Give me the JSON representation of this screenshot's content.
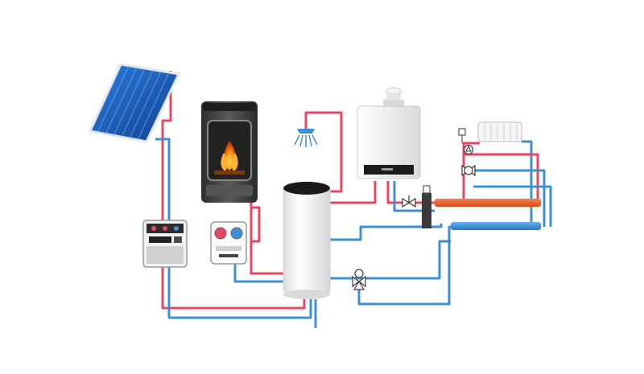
{
  "diagram": {
    "description_free": true,
    "components": [
      {
        "id": "solar-collector",
        "icon": "solar-panel-icon"
      },
      {
        "id": "pellet-stove",
        "icon": "stove-icon"
      },
      {
        "id": "solar-pump-station",
        "icon": "pump-station-icon"
      },
      {
        "id": "stove-pump-station",
        "icon": "pump-station-icon"
      },
      {
        "id": "hot-water-storage-tank",
        "icon": "tank-icon"
      },
      {
        "id": "wall-boiler",
        "icon": "boiler-icon"
      },
      {
        "id": "shower-head",
        "icon": "shower-icon"
      },
      {
        "id": "radiator",
        "icon": "radiator-icon"
      },
      {
        "id": "hydraulic-separator",
        "icon": "separator-icon"
      },
      {
        "id": "mixing-valve-storage",
        "icon": "valve-icon"
      },
      {
        "id": "mixing-valve-heating",
        "icon": "valve-icon"
      },
      {
        "id": "radiator-pump",
        "icon": "pump-icon"
      }
    ],
    "colors": {
      "hot_pipe": "#e8475f",
      "cold_pipe": "#3d8fd6",
      "main_hot": "#e8602a",
      "main_cold": "#3d8fd6",
      "solar_blue": "#1c63c4",
      "stove_dark": "#3a3a3a",
      "flame": "#ff9a1a",
      "tank_white": "#f7f7f7",
      "boiler_white": "#f4f4f4"
    }
  }
}
